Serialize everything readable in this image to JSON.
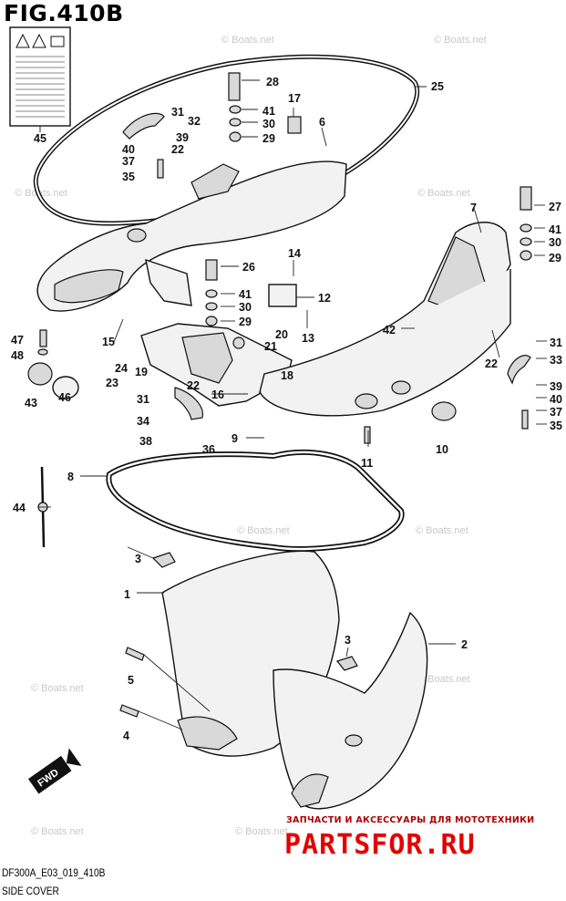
{
  "figure": {
    "title": "FIG.410B",
    "code": "DF300A_E03_019_410B",
    "name": "SIDE COVER"
  },
  "watermark": "© Boats.net",
  "promo": {
    "tagline": "ЗАПЧАСТИ И АКСЕССУАРЫ ДЛЯ МОТОТЕХНИКИ",
    "brand": "PARTSFOR.RU",
    "color": "#e30000"
  },
  "badge": "FWD",
  "callouts": [
    "1",
    "2",
    "3",
    "3",
    "4",
    "5",
    "6",
    "7",
    "8",
    "9",
    "10",
    "11",
    "12",
    "13",
    "14",
    "15",
    "16",
    "17",
    "18",
    "19",
    "20",
    "21",
    "22",
    "22",
    "22",
    "23",
    "24",
    "25",
    "26",
    "27",
    "28",
    "29",
    "29",
    "29",
    "30",
    "30",
    "30",
    "31",
    "31",
    "31",
    "32",
    "33",
    "34",
    "35",
    "35",
    "36",
    "37",
    "37",
    "38",
    "39",
    "39",
    "40",
    "40",
    "41",
    "41",
    "41",
    "42",
    "43",
    "44",
    "45",
    "46",
    "47",
    "48"
  ]
}
